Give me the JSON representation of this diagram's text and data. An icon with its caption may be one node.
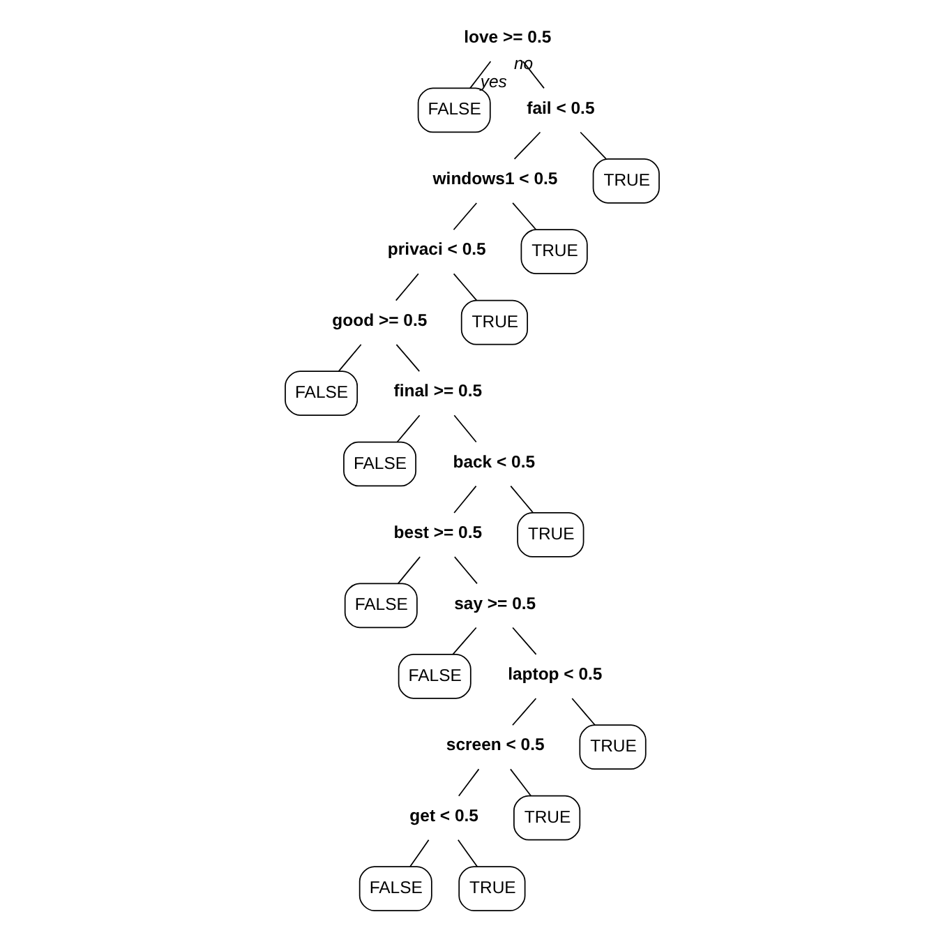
{
  "diagram": {
    "nodes": [
      {
        "text": [
          "love >= 0.5"
        ]
      },
      {
        "text": [
          "FALSE"
        ]
      },
      {
        "text": [
          "fail < 0.5"
        ]
      },
      {
        "text": [
          "windows1 < 0.5"
        ]
      },
      {
        "text": [
          "TRUE"
        ]
      },
      {
        "text": [
          "TRUE"
        ]
      },
      {
        "text": [
          "privaci < 0.5"
        ]
      },
      {
        "text": [
          "good >= 0.5"
        ]
      },
      {
        "text": [
          "TRUE"
        ]
      },
      {
        "text": [
          "FALSE"
        ]
      },
      {
        "text": [
          "final >= 0.5"
        ]
      },
      {
        "text": [
          "FALSE"
        ]
      },
      {
        "text": [
          "back < 0.5"
        ]
      },
      {
        "text": [
          "best >= 0.5"
        ]
      },
      {
        "text": [
          "TRUE"
        ]
      },
      {
        "text": [
          "FALSE"
        ]
      },
      {
        "text": [
          "say >= 0.5"
        ]
      },
      {
        "text": [
          "FALSE"
        ]
      },
      {
        "text": [
          "laptop < 0.5"
        ]
      },
      {
        "text": [
          "screen < 0.5"
        ]
      },
      {
        "text": [
          "TRUE"
        ]
      },
      {
        "text": [
          "TRUE"
        ]
      },
      {
        "text": [
          "get < 0.5"
        ]
      },
      {
        "text": [
          "FALSE"
        ]
      },
      {
        "text": [
          "TRUE"
        ]
      }
    ],
    "edges": [
      {
        "from": 0,
        "to": 1,
        "arrow": "none",
        "label": "yes"
      },
      {
        "from": 0,
        "to": 2,
        "arrow": "none",
        "label": "no"
      },
      {
        "from": 2,
        "to": 3,
        "arrow": "none"
      },
      {
        "from": 2,
        "to": 4,
        "arrow": "none"
      },
      {
        "from": 3,
        "to": 6,
        "arrow": "none"
      },
      {
        "from": 3,
        "to": 5,
        "arrow": "none"
      },
      {
        "from": 6,
        "to": 7,
        "arrow": "none"
      },
      {
        "from": 6,
        "to": 8,
        "arrow": "none"
      },
      {
        "from": 7,
        "to": 9,
        "arrow": "none"
      },
      {
        "from": 7,
        "to": 10,
        "arrow": "none"
      },
      {
        "from": 10,
        "to": 11,
        "arrow": "none"
      },
      {
        "from": 10,
        "to": 12,
        "arrow": "none"
      },
      {
        "from": 12,
        "to": 13,
        "arrow": "none"
      },
      {
        "from": 12,
        "to": 14,
        "arrow": "none"
      },
      {
        "from": 13,
        "to": 15,
        "arrow": "none"
      },
      {
        "from": 13,
        "to": 16,
        "arrow": "none"
      },
      {
        "from": 16,
        "to": 17,
        "arrow": "none"
      },
      {
        "from": 16,
        "to": 18,
        "arrow": "none"
      },
      {
        "from": 18,
        "to": 19,
        "arrow": "none"
      },
      {
        "from": 18,
        "to": 20,
        "arrow": "none"
      },
      {
        "from": 19,
        "to": 22,
        "arrow": "none"
      },
      {
        "from": 19,
        "to": 21,
        "arrow": "none"
      },
      {
        "from": 22,
        "to": 23,
        "arrow": "none"
      },
      {
        "from": 22,
        "to": 24,
        "arrow": "none"
      }
    ]
  }
}
